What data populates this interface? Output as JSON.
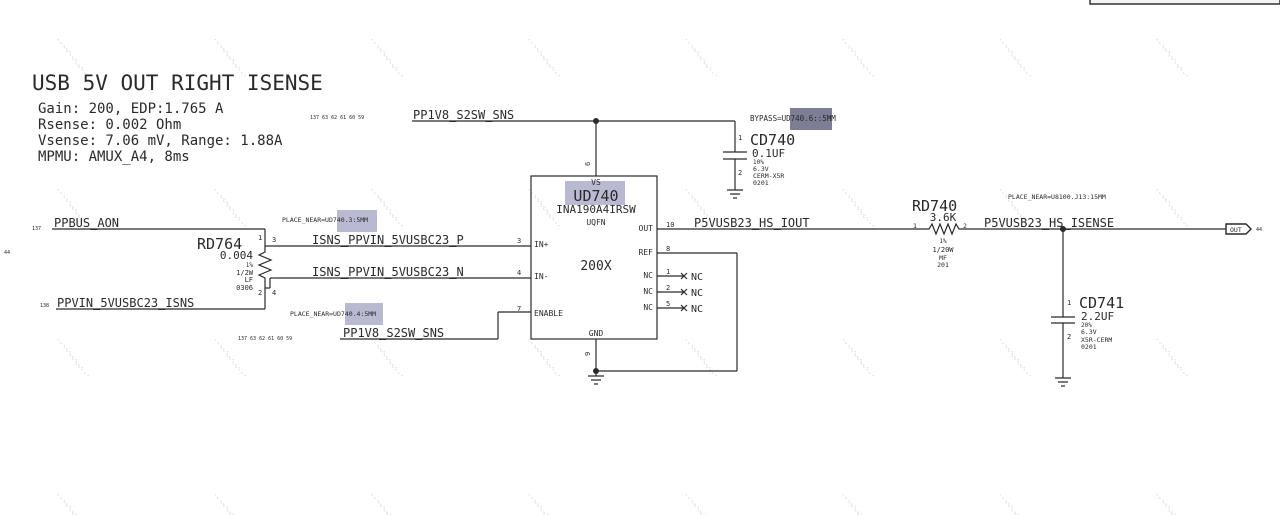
{
  "sheet": {
    "title": "USB 5V OUT RIGHT ISENSE",
    "notes": [
      "Gain: 200, EDP:1.765 A",
      "Rsense: 0.002 Ohm",
      "Vsense: 7.06 mV, Range: 1.88A",
      "MPMU: AMUX_A4, 8ms"
    ]
  },
  "nets": {
    "pp1v8_top": "PP1V8_S2SW_SNS",
    "pp1v8_top_refs": "137 63 62 61 60 59",
    "pp1v8_bottom": "PP1V8_S2SW_SNS",
    "pp1v8_bottom_refs": "137 63 62 61 60 59",
    "ppbus_aon": "PPBUS_AON",
    "ppbus_ref": "137",
    "ppvin_isns": "PPVIN_5VUSBC23_ISNS",
    "ppvin_ref": "138",
    "isns_p": "ISNS_PPVIN_5VUSBC23_P",
    "isns_n": "ISNS_PPVIN_5VUSBC23_N",
    "iout": "P5VUSB23_HS_IOUT",
    "isense": "P5VUSB23_HS_ISENSE",
    "left_ref": "44",
    "out_ref": "44"
  },
  "notes": {
    "bypass": "BYPASS=UD740.6::5MM",
    "place_near_3": "PLACE_NEAR=UD740.3:5MM",
    "place_near_4": "PLACE_NEAR=UD740.4:5MM",
    "place_near_u8100": "PLACE_NEAR=U8100.J13:15MM"
  },
  "ic": {
    "refdes": "UD740",
    "part": "INA190A4IRSW",
    "package": "UQFN",
    "gain_text": "200X",
    "pins": {
      "vs": "VS",
      "vs_num": "6",
      "inp": "IN+",
      "inp_num": "3",
      "inn": "IN-",
      "inn_num": "4",
      "enable": "ENABLE",
      "enable_num": "7",
      "out": "OUT",
      "out_num": "10",
      "ref": "REF",
      "ref_num": "8",
      "nc1": "NC",
      "nc1_num": "1",
      "nc2": "NC",
      "nc2_num": "2",
      "nc5": "NC",
      "nc5_num": "5",
      "gnd": "GND",
      "gnd_num": "9"
    },
    "nc_label": "NC"
  },
  "rd764": {
    "refdes": "RD764",
    "value": "0.004",
    "tol": "1%",
    "power": "1/2W",
    "type": "LF",
    "pkg": "0306",
    "pin1": "1",
    "pin2": "2",
    "pin3": "3",
    "pin4": "4"
  },
  "cd740": {
    "refdes": "CD740",
    "value": "0.1UF",
    "tol": "10%",
    "voltage": "6.3V",
    "dielectric": "CERM-X5R",
    "pkg": "0201",
    "pin1": "1",
    "pin2": "2"
  },
  "rd740": {
    "refdes": "RD740",
    "value": "3.6K",
    "tol": "1%",
    "power": "1/20W",
    "type": "MF",
    "pkg": "201",
    "pin1": "1",
    "pin2": "2"
  },
  "cd741": {
    "refdes": "CD741",
    "value": "2.2UF",
    "tol": "20%",
    "voltage": "6.3V",
    "dielectric": "X5R-CERM",
    "pkg": "0201",
    "pin1": "1",
    "pin2": "2"
  },
  "port": {
    "label": "OUT"
  }
}
